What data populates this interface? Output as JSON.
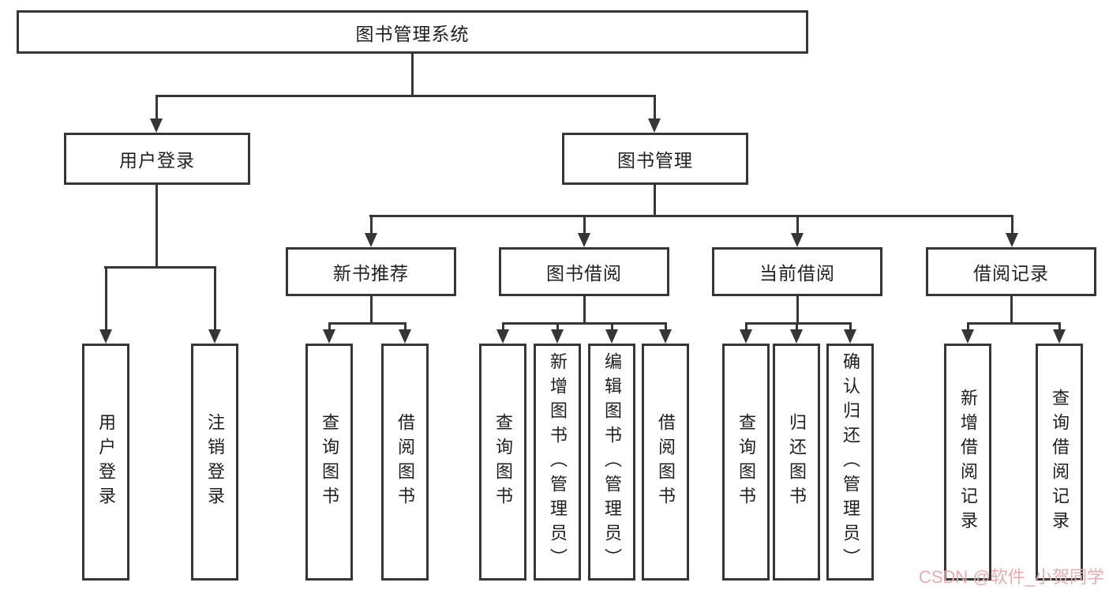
{
  "diagram": {
    "root": "图书管理系统",
    "level2": {
      "user_login": "用户登录",
      "book_mgmt": "图书管理"
    },
    "level3": {
      "new_books": "新书推荐",
      "borrowing": "图书借阅",
      "current": "当前借阅",
      "records": "借阅记录"
    },
    "leaves": {
      "user_login": [
        "用户登录",
        "注销登录"
      ],
      "new_books": [
        "查询图书",
        "借阅图书"
      ],
      "borrowing": [
        "查询图书",
        "新增图书（管理员）",
        "编辑图书（管理员）",
        "借阅图书"
      ],
      "current": [
        "查询图书",
        "归还图书",
        "确认归还（管理员）"
      ],
      "records": [
        "新增借阅记录",
        "查询借阅记录"
      ]
    }
  },
  "watermark": "CSDN @软件_小贺同学",
  "colors": {
    "line": "#363636",
    "text": "#1f1f1f",
    "bg": "#ffffff",
    "watermark": "#e9abad"
  }
}
